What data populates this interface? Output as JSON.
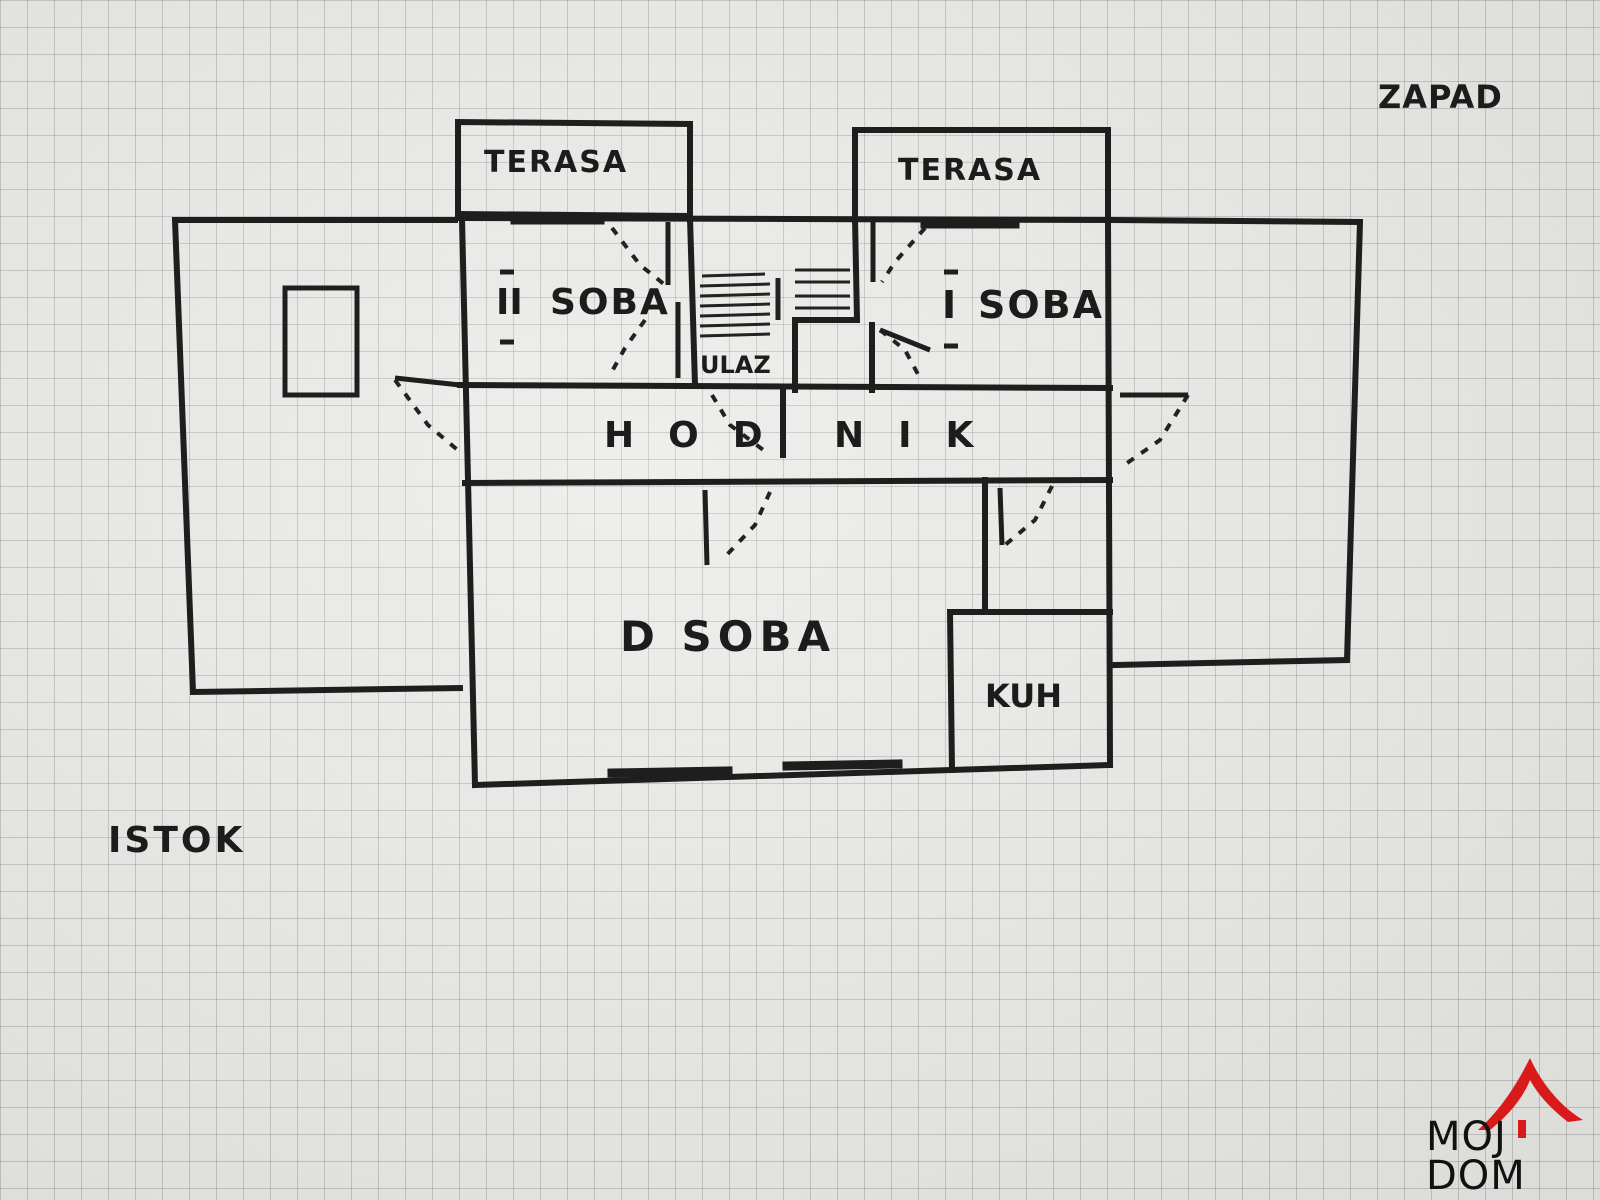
{
  "compass": {
    "west": "ZAPAD",
    "east": "ISTOK"
  },
  "rooms": {
    "terrace_left": "TERASA",
    "terrace_right": "TERASA",
    "room_left_number": "II",
    "room_left": "SOBA",
    "room_right_number": "I",
    "room_right": "SOBA",
    "entrance": "ULAZ",
    "hallway_part1": "HOD",
    "hallway_part2": "NIK",
    "living_room": "D SOBA",
    "kitchen": "KUH"
  },
  "logo": {
    "line1": "MOJ",
    "line2": "DOM",
    "colors": {
      "house": "#d91a1a",
      "text": "#111111",
      "accent": "#e0b400"
    }
  },
  "colors": {
    "ink": "#1e1e1e",
    "paper": "#e9e9e6",
    "grid": "#8a8a8a"
  }
}
